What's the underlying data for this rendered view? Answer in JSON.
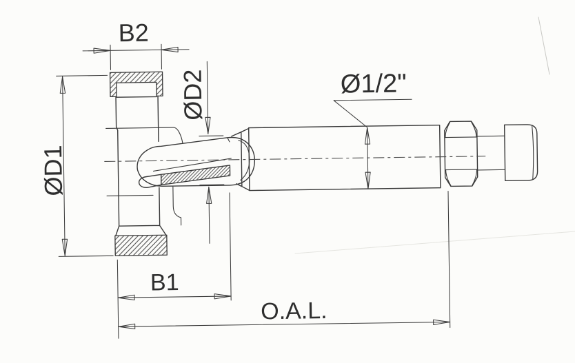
{
  "drawing": {
    "title": "tool-dimension-drawing",
    "labels": {
      "b2": "B2",
      "d2": "ØD2",
      "shank_diameter": "Ø1/2\"",
      "d1": "ØD1",
      "b1": "B1",
      "oal": "O.A.L."
    },
    "colors": {
      "paper": "#fcfcfa",
      "line": "#383838",
      "hatch": "#454545"
    }
  }
}
